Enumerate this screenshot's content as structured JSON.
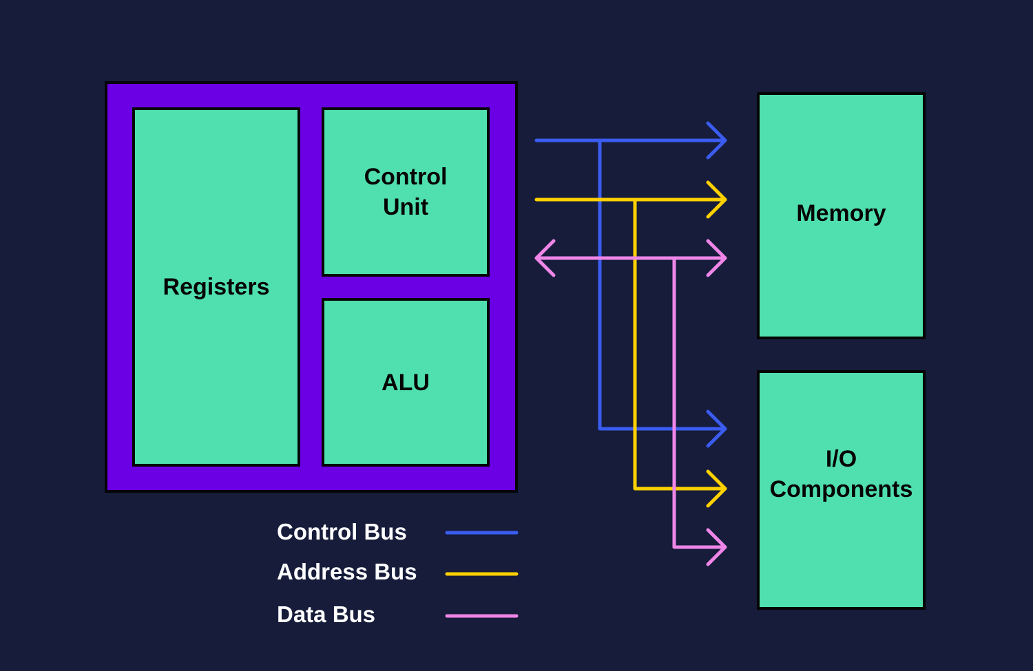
{
  "diagram": {
    "cpu": {
      "registers_label": "Registers",
      "control_unit_label": "Control\nUnit",
      "alu_label": "ALU"
    },
    "memory_label": "Memory",
    "io_label": "I/O\nComponents",
    "legend": [
      {
        "label": "Control Bus",
        "color": "#3b5cf0"
      },
      {
        "label": "Address Bus",
        "color": "#ffd100"
      },
      {
        "label": "Data Bus",
        "color": "#ef86e8"
      }
    ],
    "buses": {
      "control": {
        "color": "#3b5cf0",
        "from": "CPU",
        "to": [
          "Memory",
          "I/O Components"
        ],
        "direction": "one-way"
      },
      "address": {
        "color": "#ffd100",
        "from": "CPU",
        "to": [
          "Memory",
          "I/O Components"
        ],
        "direction": "one-way"
      },
      "data": {
        "color": "#ef86e8",
        "from": "CPU",
        "to": [
          "Memory",
          "I/O Components"
        ],
        "direction": "two-way"
      }
    }
  }
}
